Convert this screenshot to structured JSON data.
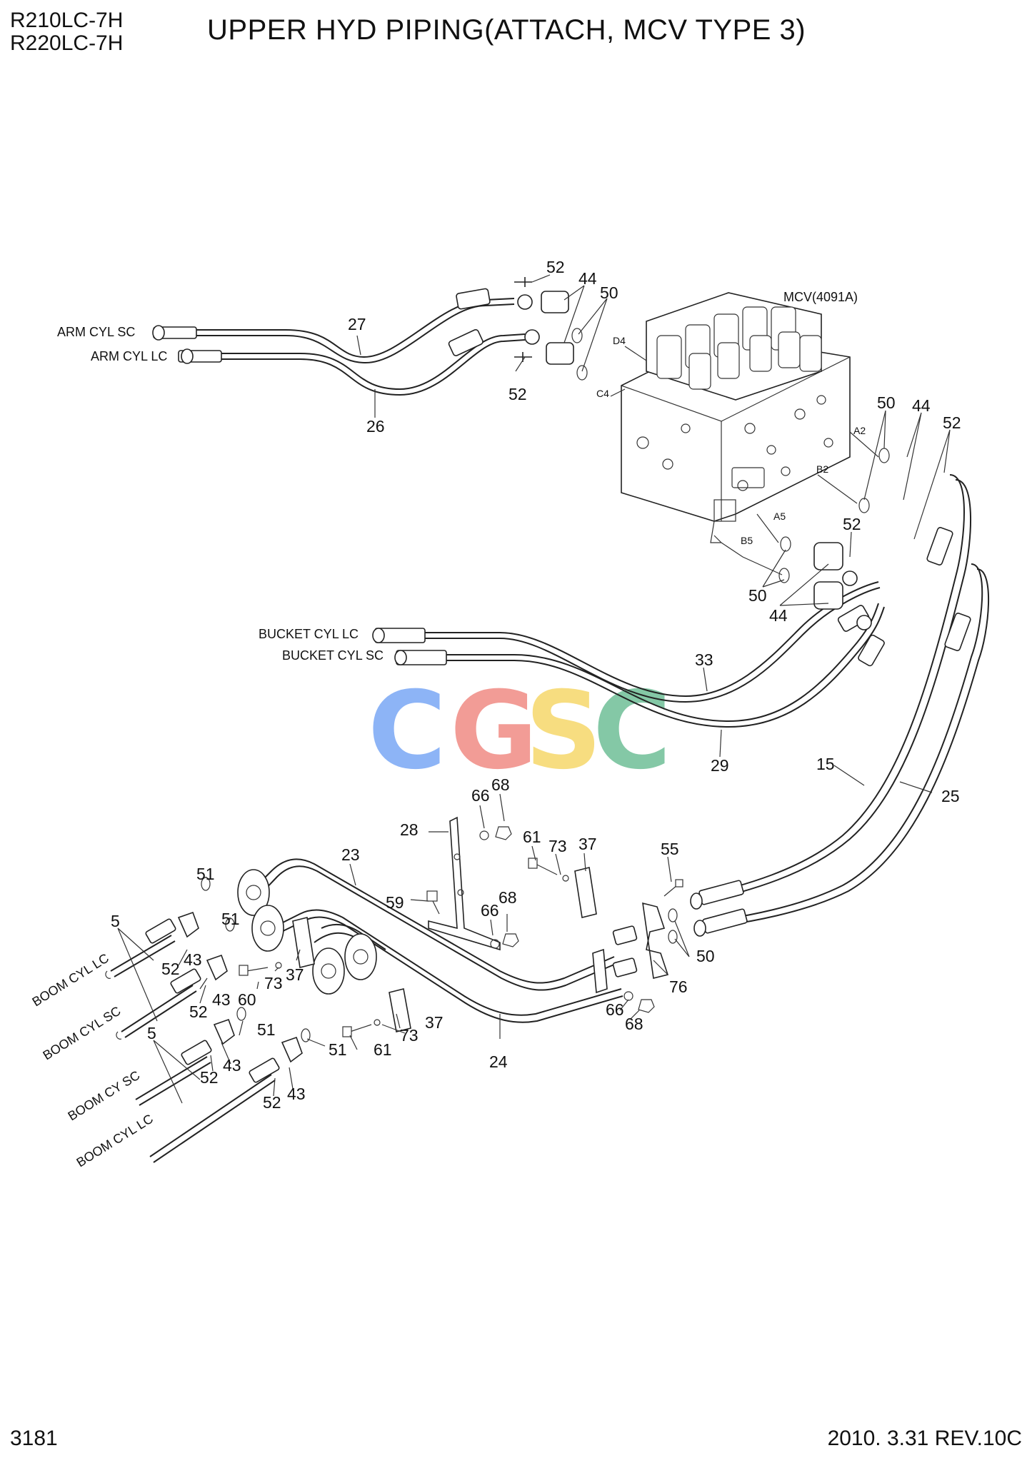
{
  "header": {
    "models": [
      "R210LC-7H",
      "R220LC-7H"
    ],
    "title": "UPPER HYD PIPING(ATTACH, MCV TYPE 3)"
  },
  "footer": {
    "page_number": "3181",
    "revision": "2010. 3.31  REV.10C"
  },
  "watermark": {
    "letters": [
      "C",
      "G",
      "S",
      "C"
    ],
    "colors": [
      "#7aa7f5",
      "#f08b84",
      "#f6d86a",
      "#6fbf97"
    ]
  },
  "labels": {
    "mcv": "MCV(4091A)",
    "arm_cyl_sc": "ARM CYL SC",
    "arm_cyl_lc": "ARM CYL LC",
    "bucket_cyl_lc": "BUCKET CYL LC",
    "bucket_cyl_sc": "BUCKET CYL SC",
    "boom_cyl_lc_1": "BOOM CYL LC",
    "boom_cyl_sc_1": "BOOM CYL SC",
    "boom_cy_sc_2": "BOOM CY SC",
    "boom_cyl_lc_2": "BOOM CYL LC"
  },
  "ports": {
    "d4": "D4",
    "c4": "C4",
    "a2": "A2",
    "b2": "B2",
    "a5": "A5",
    "b5": "B5"
  },
  "callouts": {
    "c52a": "52",
    "c44a": "44",
    "c50a": "50",
    "c27": "27",
    "c26": "26",
    "c52b": "52",
    "c50b": "50",
    "c44b": "44",
    "c52c": "52",
    "c52d": "52",
    "c50c": "50",
    "c44c": "44",
    "c33": "33",
    "c29": "29",
    "c15": "15",
    "c25": "25",
    "c66a": "66",
    "c68a": "68",
    "c28": "28",
    "c23": "23",
    "c61a": "61",
    "c73a": "73",
    "c37a": "37",
    "c55": "55",
    "c59": "59",
    "c66b": "66",
    "c68b": "68",
    "c51a": "51",
    "c5a": "5",
    "c51b": "51",
    "c43a": "43",
    "c52e": "52",
    "c60": "60",
    "c73b": "73",
    "c37b": "37",
    "c43b": "43",
    "c52f": "52",
    "c50d": "50",
    "c76": "76",
    "c66c": "66",
    "c68c": "68",
    "c51c": "51",
    "c51d": "51",
    "c37c": "37",
    "c73c": "73",
    "c61b": "61",
    "c24": "24",
    "c5b": "5",
    "c43c": "43",
    "c52g": "52",
    "c52h": "52",
    "c43d": "43"
  }
}
